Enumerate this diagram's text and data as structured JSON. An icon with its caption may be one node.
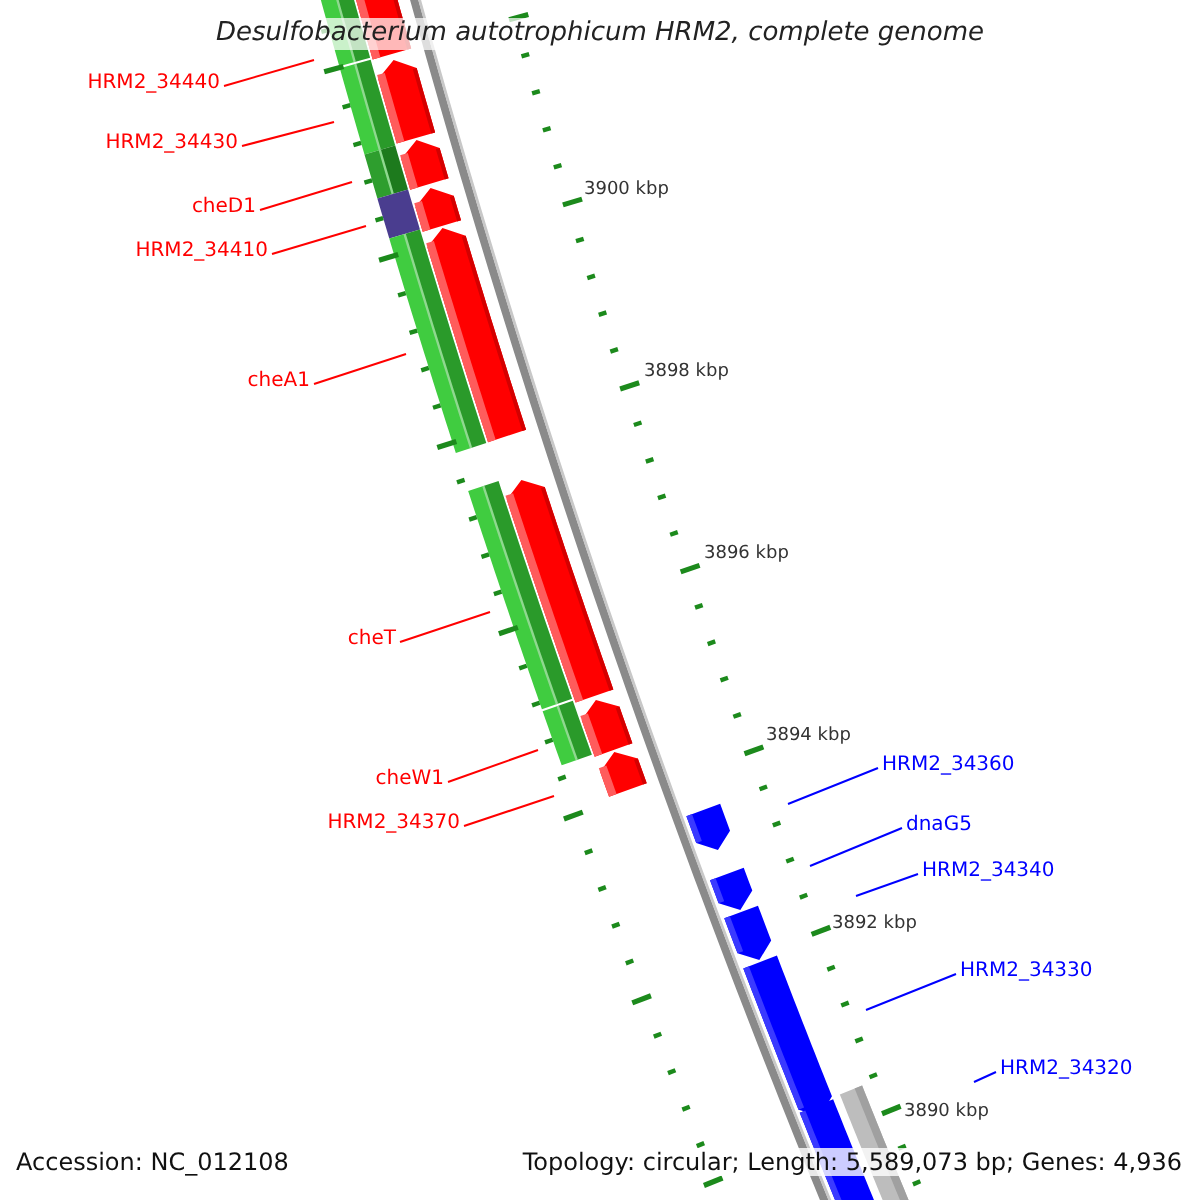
{
  "diagram": {
    "title": "Desulfobacterium autotrophicum HRM2, complete genome",
    "nodes": [
      {
        "text": [
          "HRM2_34440"
        ]
      },
      {
        "text": [
          "HRM2_34430"
        ]
      },
      {
        "text": [
          "cheD1"
        ]
      },
      {
        "text": [
          "HRM2_34410"
        ]
      },
      {
        "text": [
          "cheA1"
        ]
      },
      {
        "text": [
          "cheT"
        ]
      },
      {
        "text": [
          "cheW1"
        ]
      },
      {
        "text": [
          "HRM2_34370"
        ]
      },
      {
        "text": [
          "HRM2_34360"
        ]
      },
      {
        "text": [
          "dnaG5"
        ]
      },
      {
        "text": [
          "HRM2_34340"
        ]
      },
      {
        "text": [
          "HRM2_34330"
        ]
      },
      {
        "text": [
          "HRM2_34320"
        ]
      }
    ],
    "edges": [
      {
        "from": 0,
        "to": null,
        "arrow": "none"
      },
      {
        "from": 1,
        "to": null,
        "arrow": "none"
      },
      {
        "from": 2,
        "to": null,
        "arrow": "none"
      },
      {
        "from": 3,
        "to": null,
        "arrow": "none"
      },
      {
        "from": 4,
        "to": null,
        "arrow": "none"
      },
      {
        "from": 5,
        "to": null,
        "arrow": "none"
      },
      {
        "from": 6,
        "to": null,
        "arrow": "none"
      },
      {
        "from": 7,
        "to": null,
        "arrow": "none"
      },
      {
        "from": 8,
        "to": null,
        "arrow": "none",
        "color": "#0000ff"
      },
      {
        "from": 9,
        "to": null,
        "arrow": "none",
        "color": "#0000ff"
      },
      {
        "from": 10,
        "to": null,
        "arrow": "none",
        "color": "#0000ff"
      },
      {
        "from": 11,
        "to": null,
        "arrow": "none",
        "color": "#0000ff"
      },
      {
        "from": 12,
        "to": null,
        "arrow": "none",
        "color": "#0000ff"
      }
    ],
    "labels": [
      "3900 kbp",
      "3898 kbp",
      "3896 kbp",
      "3894 kbp",
      "3892 kbp",
      "3890 kbp",
      "Accession: NC_012108",
      "Topology: circular; Length: 5,589,073 bp; Genes: 4,936"
    ]
  }
}
